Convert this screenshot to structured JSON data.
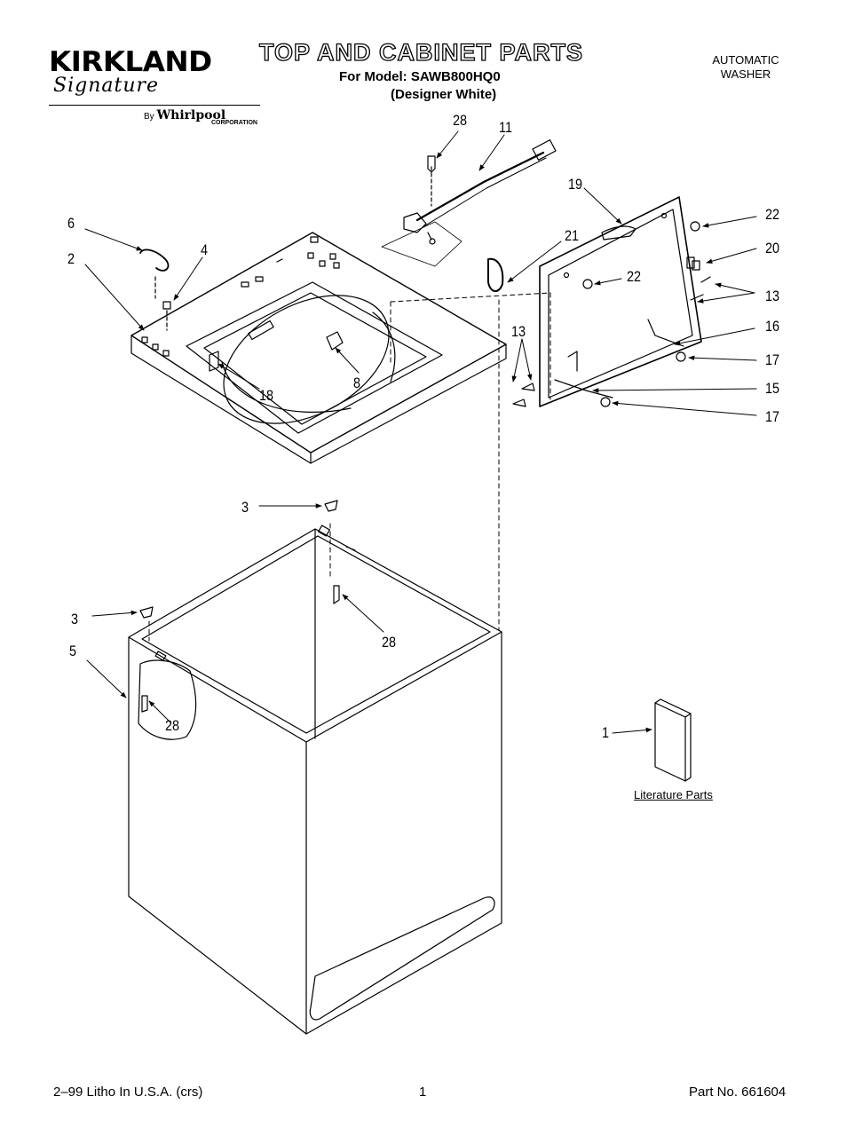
{
  "header": {
    "brand": "KIRKLAND",
    "brand_script": "Signature",
    "by_label": "By",
    "whirlpool": "Whirlpool",
    "corporation": "CORPORATION",
    "title": "TOP AND CABINET PARTS",
    "model_line": "For Model: SAWB800HQ0",
    "variant_line": "(Designer White)",
    "product_type": [
      "AUTOMATIC",
      "WASHER"
    ]
  },
  "callouts": [
    {
      "id": "c28a",
      "text": "28"
    },
    {
      "id": "c11",
      "text": "11"
    },
    {
      "id": "c19",
      "text": "19"
    },
    {
      "id": "c6",
      "text": "6"
    },
    {
      "id": "c2",
      "text": "2"
    },
    {
      "id": "c4",
      "text": "4"
    },
    {
      "id": "c21",
      "text": "21"
    },
    {
      "id": "c22a",
      "text": "22"
    },
    {
      "id": "c20",
      "text": "20"
    },
    {
      "id": "c22b",
      "text": "22"
    },
    {
      "id": "c13a",
      "text": "13"
    },
    {
      "id": "c13b",
      "text": "13"
    },
    {
      "id": "c16",
      "text": "16"
    },
    {
      "id": "c17a",
      "text": "17"
    },
    {
      "id": "c15",
      "text": "15"
    },
    {
      "id": "c17b",
      "text": "17"
    },
    {
      "id": "c18",
      "text": "18"
    },
    {
      "id": "c8",
      "text": "8"
    },
    {
      "id": "c3a",
      "text": "3"
    },
    {
      "id": "c28b",
      "text": "28"
    },
    {
      "id": "c3b",
      "text": "3"
    },
    {
      "id": "c5",
      "text": "5"
    },
    {
      "id": "c28c",
      "text": "28"
    },
    {
      "id": "c1",
      "text": "1"
    }
  ],
  "literature_label": "Literature Parts",
  "footer": {
    "left": "2–99 Litho In U.S.A. (crs)",
    "page": "1",
    "part_no": "Part No. 661604"
  }
}
